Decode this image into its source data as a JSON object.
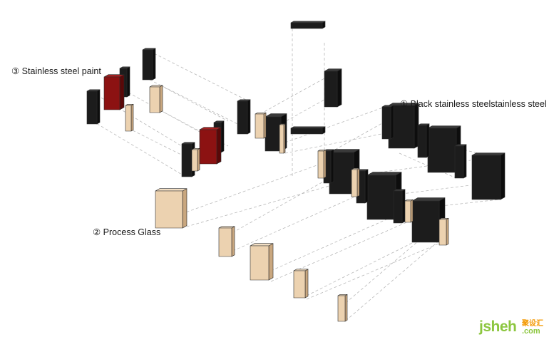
{
  "labels": {
    "paint": "③ Stainless steel paint",
    "steel": "① Black stainless steelstainless steel",
    "glass": "② Process Glass"
  },
  "colors": {
    "steel_front": "#1c1c1c",
    "steel_side": "#0d0d0d",
    "steel_top": "#3a3a3a",
    "paint_front": "#8c1212",
    "paint_side": "#5a0808",
    "glass_front": "#ecd2b0",
    "glass_side": "#c9a77f",
    "guide_line": "#b8b8b8",
    "outline": "#2a2a2a"
  },
  "watermark": {
    "main": "jsheh",
    "cn": "聚设汇",
    "com": ".com"
  }
}
